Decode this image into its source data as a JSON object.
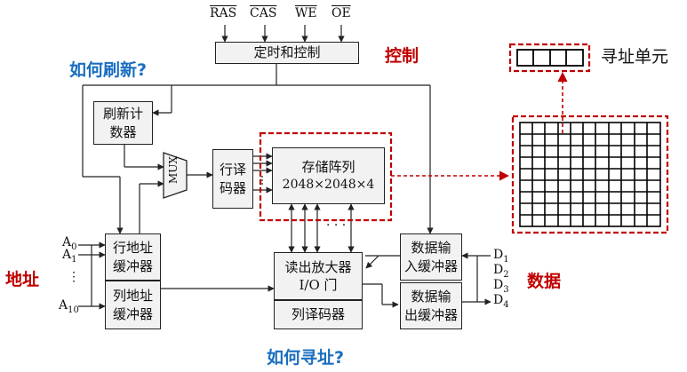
{
  "signals": {
    "ras": "RAS",
    "cas": "CAS",
    "we": "WE",
    "oe": "OE"
  },
  "blocks": {
    "timing_control": "定时和控制",
    "refresh_counter_line1": "刷新计",
    "refresh_counter_line2": "数器",
    "mux": "MUX",
    "row_decoder_line1": "行译",
    "row_decoder_line2": "码器",
    "array_line1": "存储阵列",
    "array_line2": "2048×2048×4",
    "row_addr_buf_line1": "行地址",
    "row_addr_buf_line2": "缓冲器",
    "col_addr_buf_line1": "列地址",
    "col_addr_buf_line2": "缓冲器",
    "sense_amp_line1": "读出放大器",
    "sense_amp_line2": "I/O 门",
    "col_decoder": "列译码器",
    "data_in_buf_line1": "数据输",
    "data_in_buf_line2": "入缓冲器",
    "data_out_buf_line1": "数据输",
    "data_out_buf_line2": "出缓冲器"
  },
  "address_pins": {
    "a0": "A",
    "a0_sub": "0",
    "a1": "A",
    "a1_sub": "1",
    "dots": "⋮",
    "a10": "A",
    "a10_sub": "10"
  },
  "data_pins": {
    "d1": "D",
    "d1_sub": "1",
    "d2": "D",
    "d2_sub": "2",
    "d3": "D",
    "d3_sub": "3",
    "d4": "D",
    "d4_sub": "4"
  },
  "annotations": {
    "control": "控制",
    "how_refresh": "如何刷新?",
    "address": "地址",
    "data": "数据",
    "how_address": "如何寻址?",
    "addressing_unit": "寻址单元"
  },
  "colors": {
    "accent_red": "#c00000",
    "accent_blue": "#1a6ec0"
  }
}
